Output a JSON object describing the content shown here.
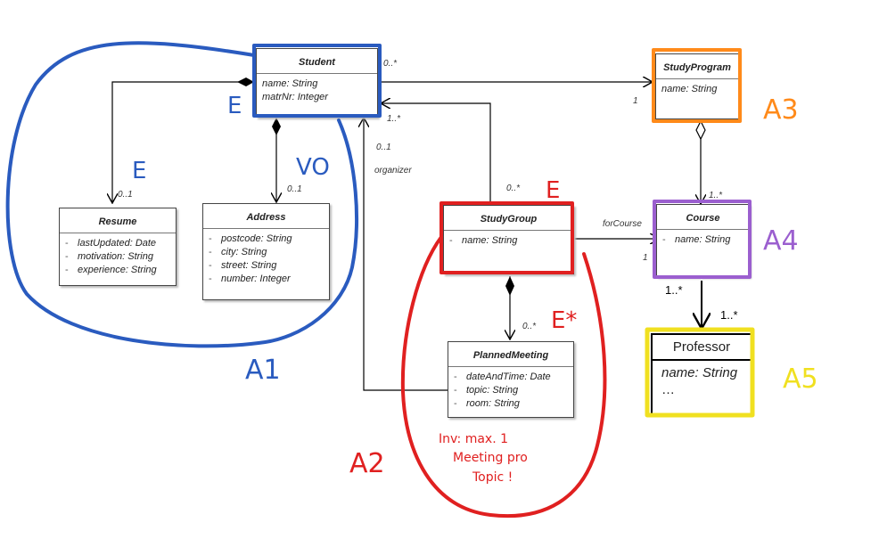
{
  "classes": {
    "student": {
      "name": "Student",
      "attributes": [
        "name: String",
        "matrNr: Integer"
      ]
    },
    "studyprogram": {
      "name": "StudyProgram",
      "attributes": [
        "name: String"
      ]
    },
    "resume": {
      "name": "Resume",
      "attributes": [
        "lastUpdated: Date",
        "motivation: String",
        "experience: String"
      ]
    },
    "address": {
      "name": "Address",
      "attributes": [
        "postcode: String",
        "city: String",
        "street: String",
        "number: Integer"
      ]
    },
    "studygroup": {
      "name": "StudyGroup",
      "attributes": [
        "name: String"
      ]
    },
    "course": {
      "name": "Course",
      "attributes": [
        "name: String"
      ]
    },
    "plannedmeeting": {
      "name": "PlannedMeeting",
      "attributes": [
        "dateAndTime: Date",
        "topic: String",
        "room: String"
      ]
    },
    "professor": {
      "name": "Professor",
      "attributes": [
        "name: String",
        "…"
      ]
    }
  },
  "labels": {
    "student_sp_src": "0..*",
    "student_sp_dst": "1",
    "resume_mult": "0..1",
    "address_mult": "0..1",
    "sg_student_dst": "1..*",
    "sg_student_src": "0..*",
    "organizer_mult": "0..1",
    "organizer_role": "organizer",
    "forcourse_role": "forCourse",
    "forcourse_mult": "1",
    "sp_course_mult": "1..*",
    "pm_mult": "0..*",
    "course_prof_src": "1..*",
    "course_prof_dst": "1..*"
  },
  "annotations": {
    "E_student": "E",
    "E_resume": "E",
    "VO_address": "VO",
    "E_studygroup": "E",
    "E_star": "E*",
    "A1": "A1",
    "A2": "A2",
    "A3": "A3",
    "A4": "A4",
    "A5": "A5",
    "inv_line1": "Inv: max. 1",
    "inv_line2": "Meeting pro",
    "inv_line3": "Topic !"
  },
  "colors": {
    "blue": "#2a5bbf",
    "red": "#e02020",
    "orange": "#ff8a1a",
    "purple": "#9b5fcf",
    "yellow": "#f0e020"
  }
}
